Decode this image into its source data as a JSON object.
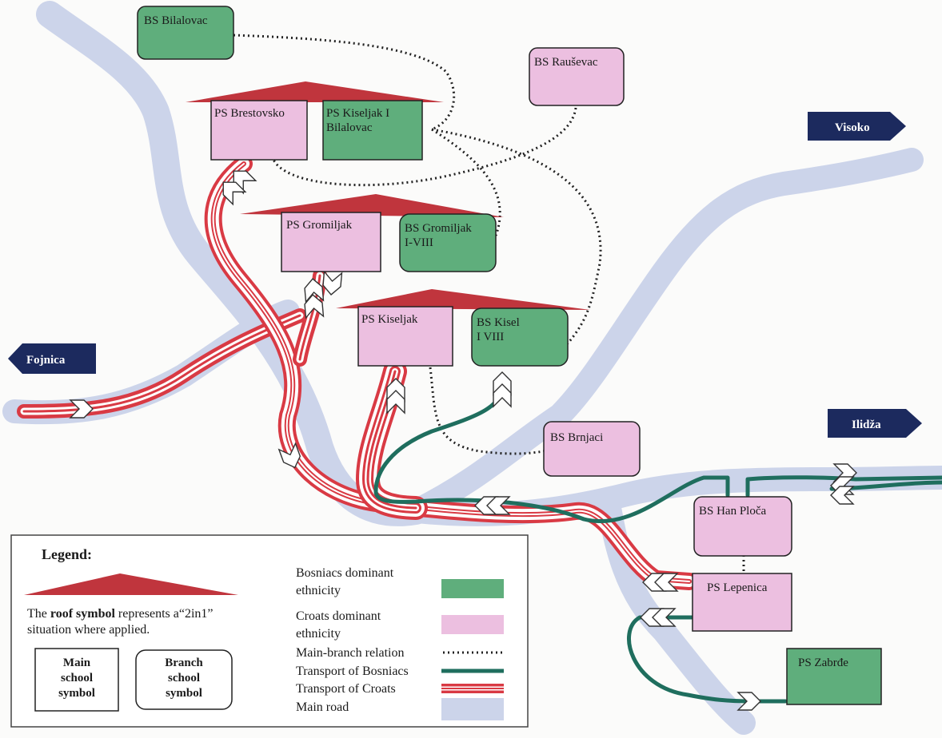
{
  "colors": {
    "bosniacs": "#5fae7c",
    "croats": "#ecbfe0",
    "transport_bosniacs": "#1f6e5e",
    "transport_croats": "#d93a44",
    "road": "#ccd4ea",
    "roof": "#c0353d",
    "direction_sign": "#1c2a5e"
  },
  "directions": {
    "visoko": "Visoko",
    "fojnica": "Fojnica",
    "ilidza": "Ilidža"
  },
  "schools": {
    "bs_bilalovac": "BS Bilalovac",
    "bs_rausevac": "BS Rauševac",
    "ps_brestovsko": "PS Brestovsko",
    "ps_kiseljak_i_line1": "PS Kiseljak I",
    "ps_kiseljak_i_line2": "Bilalovac",
    "ps_gromiljak": "PS Gromiljak",
    "bs_gromiljak_line1": "BS Gromiljak",
    "bs_gromiljak_line2": "I-VIII",
    "ps_kiseljak": "PS Kiseljak",
    "bs_kisel_line1": "BS Kisel",
    "bs_kisel_line2": "I VIII",
    "bs_brnjaci": "BS Brnjaci",
    "bs_han_ploca": "BS Han Ploča",
    "ps_lepenica": "PS Lepenica",
    "ps_zabrde": "PS Zabrđe"
  },
  "legend": {
    "title": "Legend:",
    "roof_text_1_pre": "The ",
    "roof_text_1_bold": "roof symbol",
    "roof_text_1_post": " represents a“2in1”",
    "roof_text_2": "situation where applied.",
    "main_symbol": [
      "Main",
      "school",
      "symbol"
    ],
    "branch_symbol": [
      "Branch",
      "school",
      "symbol"
    ],
    "bosniacs_line1": "Bosniacs dominant",
    "bosniacs_line2": "ethnicity",
    "croats_line1": "Croats dominant",
    "croats_line2": "ethnicity",
    "main_branch": "Main-branch relation",
    "transport_bosniacs": "Transport of Bosniacs",
    "transport_croats": "Transport of Croats",
    "main_road": "Main road"
  }
}
